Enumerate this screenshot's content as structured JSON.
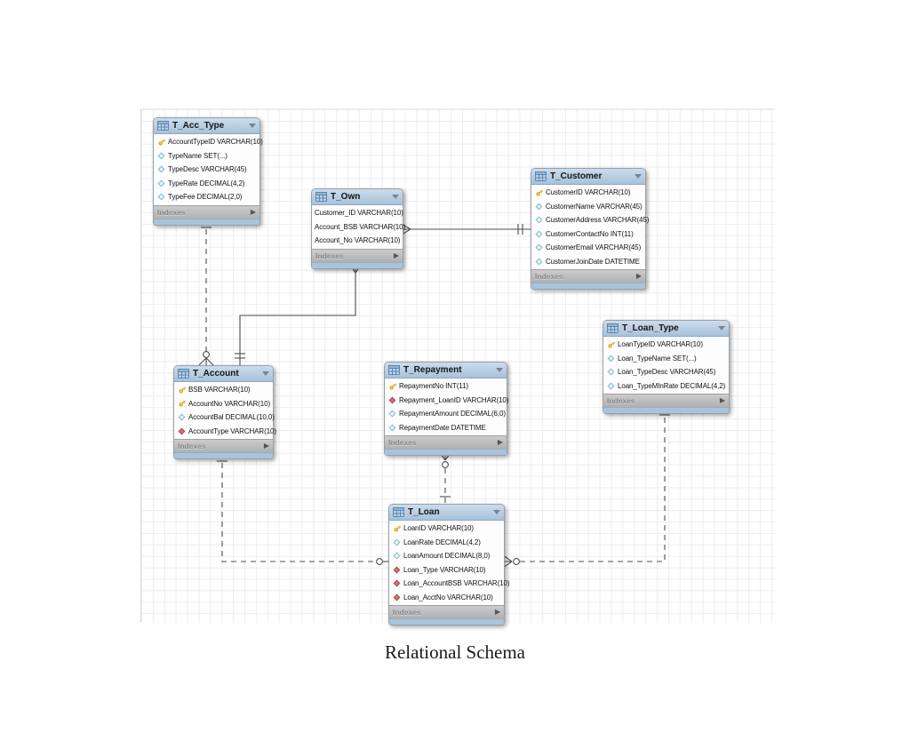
{
  "caption": "Relational Schema",
  "diagram": {
    "indexes_label": "Indexes",
    "tables": [
      {
        "title": "T_Acc_Type",
        "fields": [
          {
            "icon": "key",
            "text": "AccountTypeID VARCHAR(10)"
          },
          {
            "icon": "col",
            "text": "TypeName SET(...)"
          },
          {
            "icon": "col",
            "text": "TypeDesc VARCHAR(45)"
          },
          {
            "icon": "col",
            "text": "TypeRate DECIMAL(4,2)"
          },
          {
            "icon": "col",
            "text": "TypeFee DECIMAL(2,0)"
          }
        ]
      },
      {
        "title": "T_Own",
        "fields": [
          {
            "icon": "none",
            "text": "Customer_ID VARCHAR(10)"
          },
          {
            "icon": "none",
            "text": "Account_BSB VARCHAR(10)"
          },
          {
            "icon": "none",
            "text": "Account_No VARCHAR(10)"
          }
        ]
      },
      {
        "title": "T_Customer",
        "fields": [
          {
            "icon": "key",
            "text": "CustomerID VARCHAR(10)"
          },
          {
            "icon": "col",
            "text": "CustomerName VARCHAR(45)"
          },
          {
            "icon": "col",
            "text": "CustomerAddress VARCHAR(45)"
          },
          {
            "icon": "col",
            "text": "CustomerContactNo INT(11)"
          },
          {
            "icon": "col",
            "text": "CustomerEmail VARCHAR(45)"
          },
          {
            "icon": "col",
            "text": "CustomerJoinDate DATETIME"
          }
        ]
      },
      {
        "title": "T_Loan_Type",
        "fields": [
          {
            "icon": "key",
            "text": "LoanTypeID VARCHAR(10)"
          },
          {
            "icon": "col",
            "text": "Loan_TypeName SET(...)"
          },
          {
            "icon": "col",
            "text": "Loan_TypeDesc VARCHAR(45)"
          },
          {
            "icon": "col",
            "text": "Loan_TypeMInRate DECIMAL(4,2)"
          }
        ]
      },
      {
        "title": "T_Account",
        "fields": [
          {
            "icon": "key",
            "text": "BSB VARCHAR(10)"
          },
          {
            "icon": "key",
            "text": "AccountNo VARCHAR(10)"
          },
          {
            "icon": "col",
            "text": "AccountBal DECIMAL(10,0)"
          },
          {
            "icon": "fk",
            "text": "AccountType VARCHAR(10)"
          }
        ]
      },
      {
        "title": "T_Repayment",
        "fields": [
          {
            "icon": "key",
            "text": "RepaymentNo INT(11)"
          },
          {
            "icon": "fk",
            "text": "Repayment_LoanID VARCHAR(10)"
          },
          {
            "icon": "col",
            "text": "RepaymentAmount DECIMAL(6,0)"
          },
          {
            "icon": "col",
            "text": "RepaymentDate DATETIME"
          }
        ]
      },
      {
        "title": "T_Loan",
        "fields": [
          {
            "icon": "key",
            "text": "LoanID VARCHAR(10)"
          },
          {
            "icon": "col",
            "text": "LoanRate DECIMAL(4,2)"
          },
          {
            "icon": "col",
            "text": "LoanAmount DECIMAL(8,0)"
          },
          {
            "icon": "fk",
            "text": "Loan_Type VARCHAR(10)"
          },
          {
            "icon": "fk",
            "text": "Loan_AccountBSB VARCHAR(10)"
          },
          {
            "icon": "fk",
            "text": "Loan_AcctNo VARCHAR(10)"
          }
        ]
      }
    ],
    "relationships": [
      {
        "from": "T_Acc_Type",
        "to": "T_Account",
        "from_end": "one",
        "to_end": "zero-or-many",
        "line": "dashed"
      },
      {
        "from": "T_Customer",
        "to": "T_Own",
        "from_end": "one",
        "to_end": "many",
        "line": "solid"
      },
      {
        "from": "T_Account",
        "to": "T_Own",
        "from_end": "one",
        "to_end": "many",
        "line": "solid"
      },
      {
        "from": "T_Loan",
        "to": "T_Repayment",
        "from_end": "one",
        "to_end": "zero-or-many",
        "line": "dashed"
      },
      {
        "from": "T_Account",
        "to": "T_Loan",
        "from_end": "one",
        "to_end": "zero-or-one",
        "line": "dashed"
      },
      {
        "from": "T_Loan_Type",
        "to": "T_Loan",
        "from_end": "one",
        "to_end": "zero-or-many",
        "line": "dashed"
      }
    ],
    "colors": {
      "header_blue": "#aac3da",
      "footer_gray": "#b7b7b7",
      "key_icon": "#e0a21b",
      "fk_icon": "#d9706b",
      "column_icon": "#79b8d2"
    }
  }
}
